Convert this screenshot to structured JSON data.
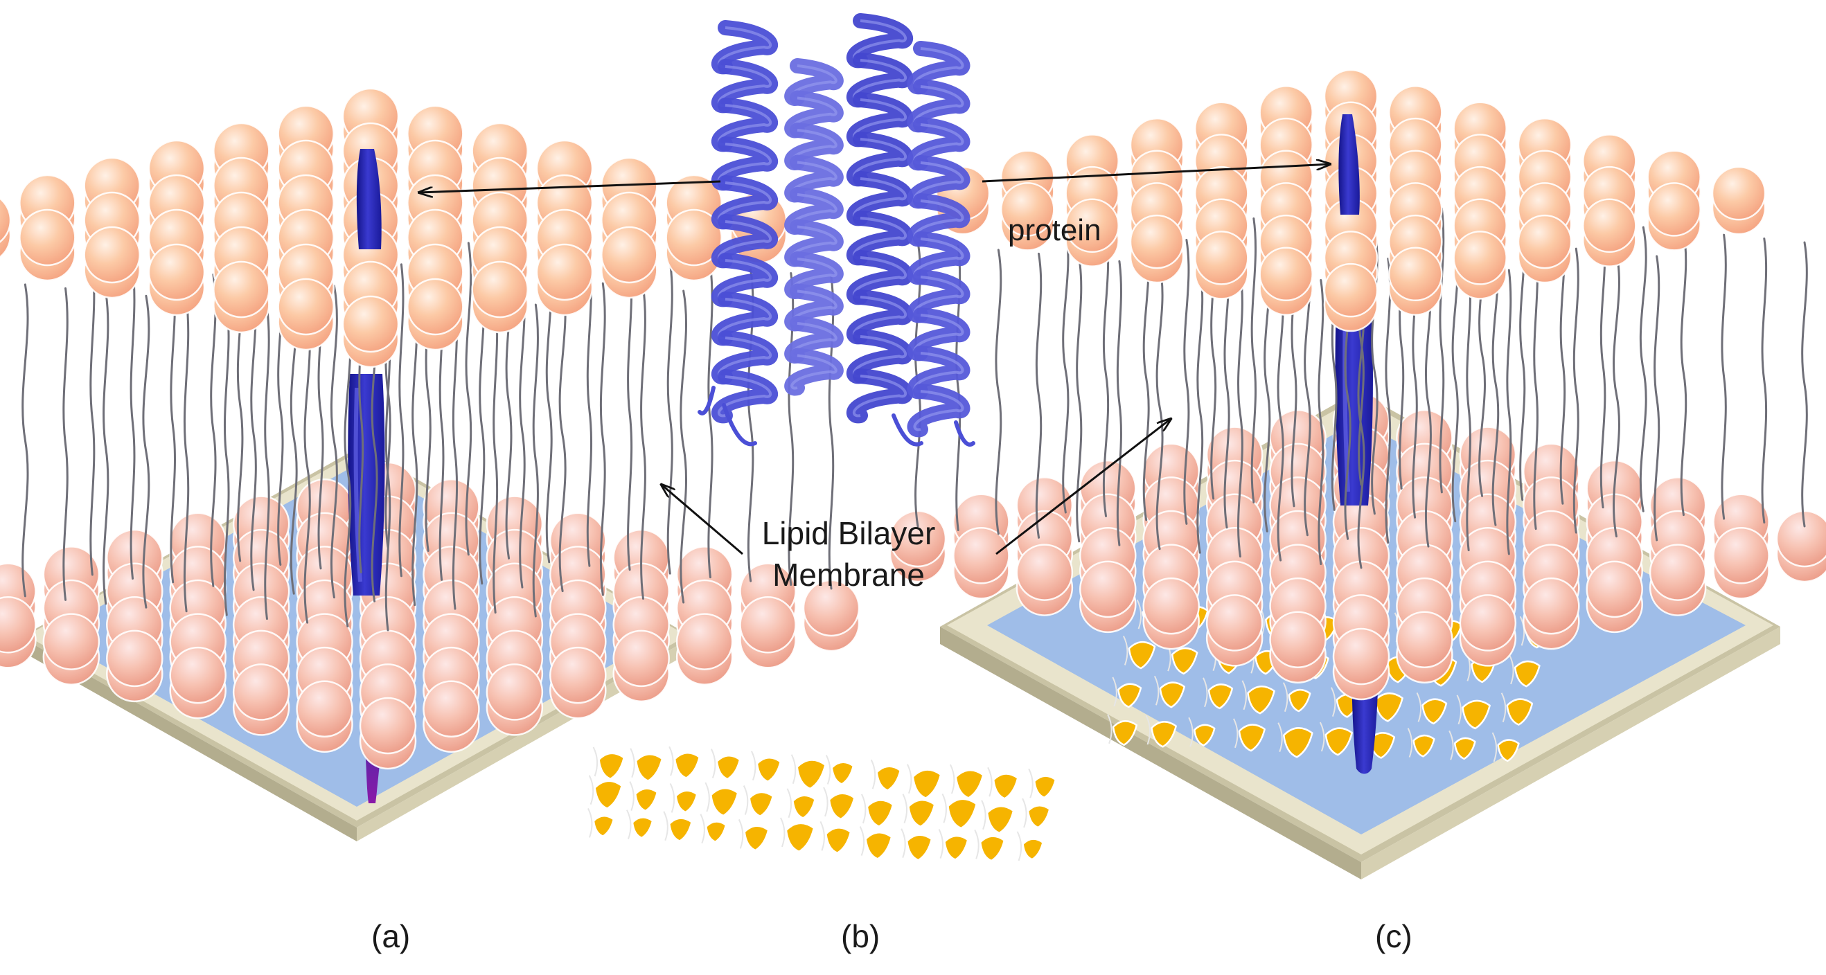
{
  "labels": {
    "protein": "protein",
    "lipid_line1": "Lipid Bilayer",
    "lipid_line2": "Membrane"
  },
  "panels": [
    "(a)",
    "(b)",
    "(c)"
  ],
  "colors": {
    "head_light": "#fde2d0",
    "head_mid": "#fbc09a",
    "head_edge": "#f29a78",
    "tail": "#6e6e76",
    "protein": "#2a2ab8",
    "protein_light": "#5a5ae0",
    "helix": "#5658d8",
    "substrate_blue": "#9dbbe7",
    "substrate_frame": "#e7e2c8",
    "substrate_frame_edge": "#b8b394",
    "cushion": "#f7b400",
    "arrow": "#111111"
  },
  "icons": [
    "alpha-helix-bundle-icon",
    "lipid-head-sphere-icon",
    "polymer-cushion-icon"
  ]
}
